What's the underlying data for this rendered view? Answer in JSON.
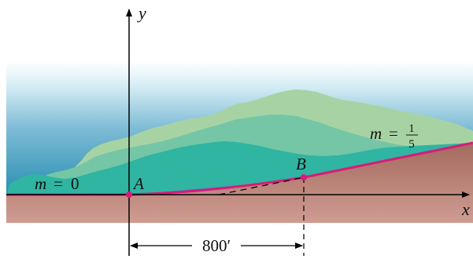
{
  "axes": {
    "x_label": "x",
    "y_label": "y"
  },
  "points": {
    "a": "A",
    "b": "B"
  },
  "slopes": {
    "left": {
      "m": "m",
      "eq": "=",
      "value": "0"
    },
    "right": {
      "m": "m",
      "eq": "=",
      "num": "1",
      "den": "5"
    }
  },
  "dimension": {
    "label": "800′"
  },
  "colors": {
    "road": "#d81b7a",
    "ground_top": "#a46a5e",
    "ground_bottom": "#cf9c92",
    "sky_top": "#ffffff",
    "sky_mid": "#7fbcd6",
    "sky_low": "#2a8fb2",
    "foliage_light": "#a7d3a4",
    "foliage_mid": "#74c6a6",
    "foliage_dark": "#2fb5a2"
  }
}
